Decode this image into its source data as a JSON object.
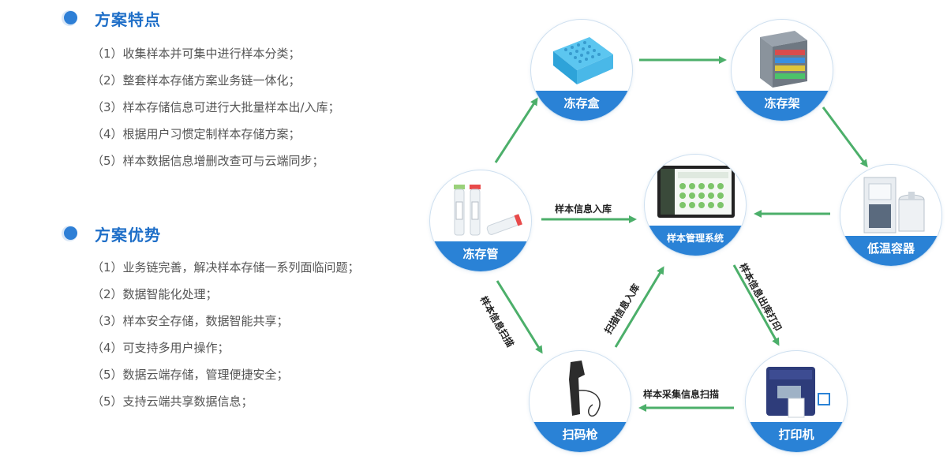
{
  "features": {
    "title": "方案特点",
    "items": [
      "（1）收集样本并可集中进行样本分类；",
      "（2）整套样本存储方案业务链一体化；",
      "（3）样本存储信息可进行大批量样本出/入库；",
      "（4）根据用户习惯定制样本存储方案；",
      "（5）样本数据信息增删改查可与云端同步；"
    ]
  },
  "advantages": {
    "title": "方案优势",
    "items": [
      "（1）业务链完善，解决样本存储一系列面临问题；",
      "（2）数据智能化处理；",
      "（3）样本安全存储，数据智能共享；",
      "（4）可支持多用户操作；",
      "（5）数据云端存储，管理便捷安全；",
      "（5）支持云端共享数据信息；"
    ]
  },
  "diagram": {
    "nodes": {
      "box": "冻存盒",
      "rack": "冻存架",
      "tube": "冻存管",
      "system": "样本管理系统",
      "container": "低温容器",
      "scanner": "扫码枪",
      "printer": "打印机"
    },
    "flows": {
      "tube_to_system": "样本信息入库",
      "scanner_to_system": "扫描信息入库",
      "system_to_printer": "样本信息出库打印",
      "tube_to_scanner": "样本信息扫描",
      "printer_to_scanner": "样本采集信息扫描"
    }
  },
  "colors": {
    "accent_blue": "#2a82d6",
    "title_blue": "#1f6fc8",
    "arrow_green": "#4caf6a"
  }
}
